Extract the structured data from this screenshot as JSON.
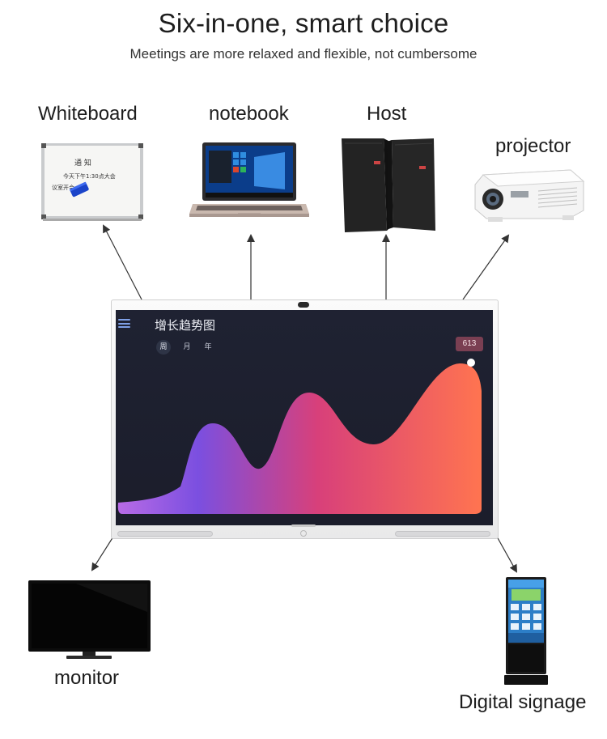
{
  "header": {
    "title": "Six-in-one, smart choice",
    "subtitle": "Meetings are more relaxed and flexible, not cumbersome"
  },
  "devices": {
    "whiteboard": {
      "label": "Whiteboard",
      "board_text": [
        "通 知",
        "今天下午1:30点大会",
        "议室开会"
      ]
    },
    "notebook": {
      "label": "notebook"
    },
    "host": {
      "label": "Host"
    },
    "projector": {
      "label": "projector"
    },
    "monitor": {
      "label": "monitor"
    },
    "signage": {
      "label": "Digital signage"
    }
  },
  "panel_screen": {
    "title": "增长趋势图",
    "tabs": [
      "周",
      "月",
      "年"
    ],
    "active_tab": "周",
    "badge_value": "613",
    "colors": {
      "gradient_start": "#7b4fe0",
      "gradient_mid": "#d8407a",
      "gradient_end": "#ff7450",
      "background": "#1f2232"
    }
  }
}
